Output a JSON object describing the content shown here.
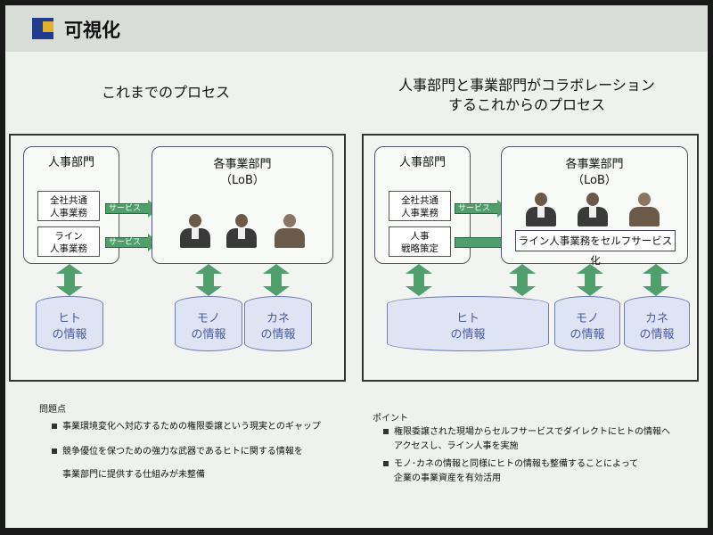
{
  "title": "可視化",
  "left": {
    "heading": "これまでのプロセス",
    "hr_box": "人事部門",
    "lob_box": [
      "各事業部門",
      "（LoB）"
    ],
    "docs": [
      [
        "全社共通",
        "人事業務"
      ],
      [
        "ライン",
        "人事業務"
      ]
    ],
    "arrows": [
      "サービス",
      "サービス"
    ],
    "cylinders": [
      [
        "ヒト",
        "の情報"
      ],
      [
        "モノ",
        "の情報"
      ],
      [
        "カネ",
        "の情報"
      ]
    ]
  },
  "right": {
    "heading": [
      "人事部門と事業部門がコラボレーション",
      "するこれからのプロセス"
    ],
    "hr_box": "人事部門",
    "lob_box": [
      "各事業部門",
      "（LoB）"
    ],
    "docs": [
      [
        "全社共通",
        "人事業務"
      ],
      [
        "人事",
        "戦略策定"
      ]
    ],
    "arrows": [
      "サービス"
    ],
    "banner": "ライン人事業務をセルフサービス化",
    "cylinders": [
      [
        "ヒト",
        "の情報"
      ],
      [
        "モノ",
        "の情報"
      ],
      [
        "カネ",
        "の情報"
      ]
    ]
  },
  "problems": {
    "heading": "問題点",
    "items": [
      "事業環境変化へ対応するための権限委譲という現実とのギャップ",
      "競争優位を保つための強力な武器であるヒトに関する情報を",
      "事業部門に提供する仕組みが未整備"
    ]
  },
  "points": {
    "heading": "ポイント",
    "items": [
      "権限委譲された現場からセルフサービスでダイレクトにヒトの情報へ",
      "アクセスし、ライン人事を実施",
      "モノ･カネの情報と同様にヒトの情報も整備することによって",
      "企業の事業資産を有効活用"
    ]
  },
  "colors": {
    "arrow_green": "#4f9e6b",
    "cylinder_fill": "#dfe4f4",
    "cylinder_text": "#4a5aa0",
    "title_square": "#1f3b8e",
    "title_accent": "#e0b22c"
  },
  "icons": [
    "person-icon"
  ]
}
